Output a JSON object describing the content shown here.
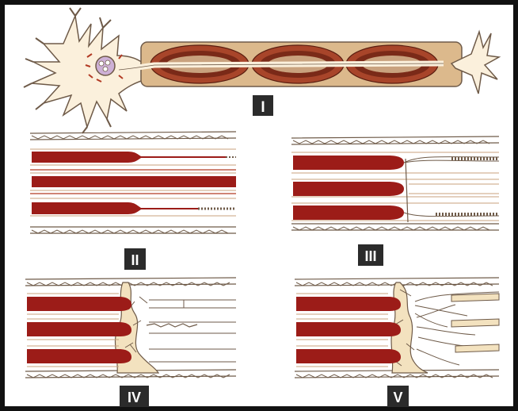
{
  "panels": [
    {
      "id": "I",
      "label": "I"
    },
    {
      "id": "II",
      "label": "II"
    },
    {
      "id": "III",
      "label": "III"
    },
    {
      "id": "IV",
      "label": "IV"
    },
    {
      "id": "V",
      "label": "V"
    }
  ],
  "colors": {
    "border": "#111111",
    "cell_fill": "#fbf0dc",
    "cell_stroke": "#6e5a48",
    "sheath_fill": "#dcb98c",
    "myelin_dark": "#7a2a18",
    "myelin_mid": "#a8452a",
    "axon_red": "#9c1c18",
    "nucleus": "#cdb0d6",
    "label_bg": "#2b2b2b",
    "label_text": "#ffffff",
    "scar": "#f3e2bf"
  }
}
